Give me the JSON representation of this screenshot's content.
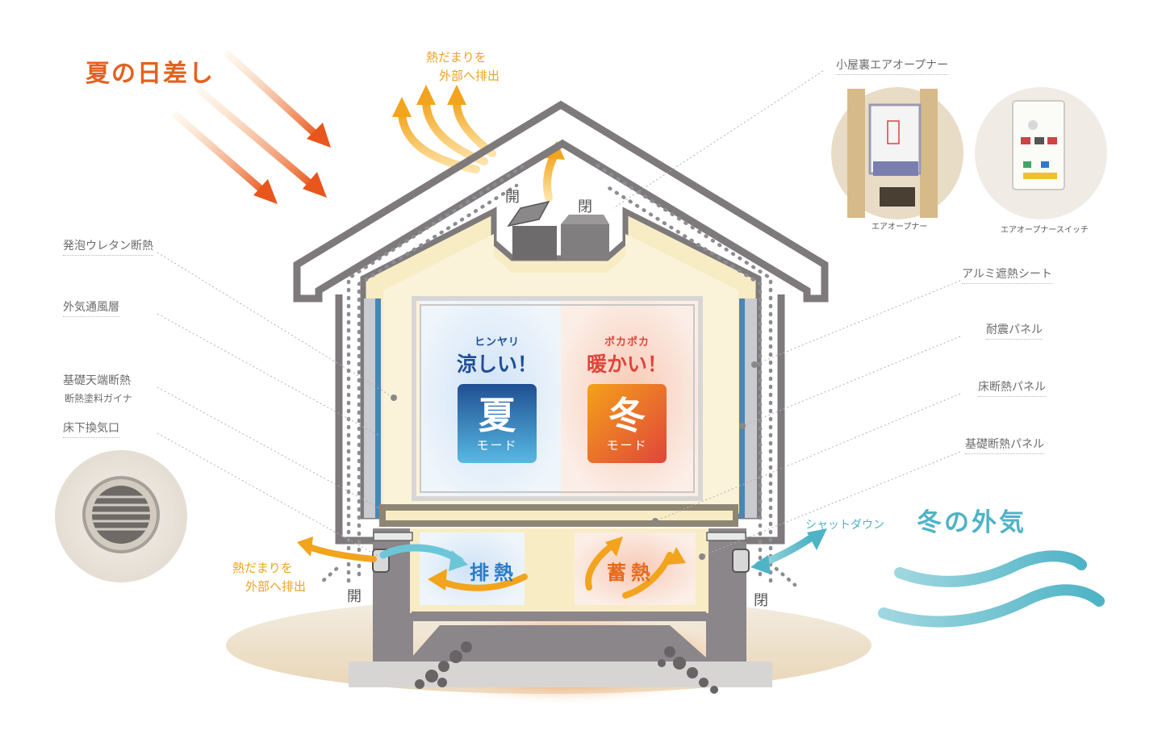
{
  "titles": {
    "summer_sun": "夏の日差し",
    "winter_air": "冬の外気"
  },
  "annotations": {
    "roof_exhaust": {
      "line1": "熱だまりを",
      "line2": "外部へ排出"
    },
    "crawl_exhaust": {
      "line1": "熱だまりを",
      "line2": "外部へ排出"
    },
    "shutdown": "シャットダウン"
  },
  "states": {
    "open": "開",
    "closed": "閉"
  },
  "modes": {
    "summer": {
      "sub": "ヒンヤリ",
      "headline": "涼しい！",
      "kanji": "夏",
      "mode_word": "モード"
    },
    "winter": {
      "sub": "ポカポカ",
      "headline": "暖かい！",
      "kanji": "冬",
      "mode_word": "モード"
    }
  },
  "crawl_space": {
    "exhaust": "排熱",
    "storage": "蓄熱"
  },
  "labels": {
    "left": [
      "発泡ウレタン断熱",
      "外気通風層",
      "基礎天端断熱",
      "断熱塗料ガイナ",
      "床下換気口"
    ],
    "right": [
      "小屋裏エアオープナー",
      "アルミ遮熱シート",
      "耐震パネル",
      "床断熱パネル",
      "基礎断熱パネル"
    ]
  },
  "photos": {
    "opener_caption": "エアオープナー",
    "switch_caption": "エアオープナースイッチ"
  },
  "colors": {
    "sun_orange": "#e4611f",
    "winter_teal": "#4fb3c6",
    "summer_blue": "#1f4f93",
    "winter_red": "#e0453a",
    "exhaust_yellow": "#f2a41c"
  }
}
